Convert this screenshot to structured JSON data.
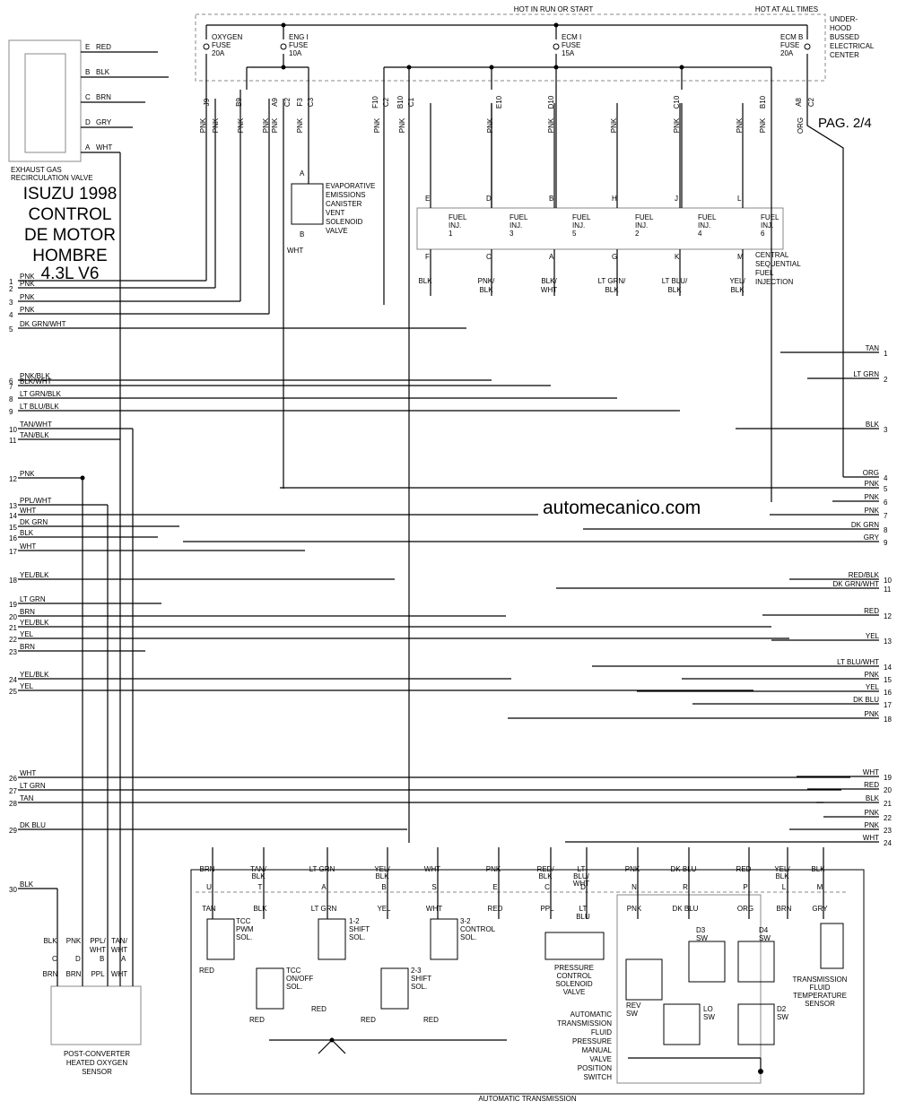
{
  "header": {
    "hot_run": "HOT IN RUN OR START",
    "hot_all": "HOT AT ALL TIMES",
    "underhood": [
      "UNDER-",
      "HOOD",
      "BUSSED",
      "ELECTRICAL",
      "CENTER"
    ],
    "page": "PAG. 2/4",
    "watermark": "automecanico.com"
  },
  "title_lines": [
    "ISUZU 1998",
    "CONTROL",
    "DE MOTOR",
    "HOMBRE",
    "4.3L V6"
  ],
  "fuses": [
    {
      "name": "OXYGEN",
      "type": "FUSE",
      "amps": "20A"
    },
    {
      "name": "ENG I",
      "type": "FUSE",
      "amps": "10A"
    },
    {
      "name": "ECM I",
      "type": "FUSE",
      "amps": "15A"
    },
    {
      "name": "ECM B",
      "type": "FUSE",
      "amps": "20A"
    }
  ],
  "connector_pins": [
    "J9",
    "B9",
    "A9",
    "C2",
    "F3",
    "C3",
    "F10",
    "C2",
    "B10",
    "C1",
    "E10",
    "D10",
    "C10",
    "B10",
    "A8",
    "C2"
  ],
  "fuse_wire_colors": [
    "PNK",
    "PNK",
    "PNK",
    "PNK",
    "PNK",
    "PNK",
    "PNK",
    "PNK",
    "PNK",
    "PNK",
    "PNK",
    "PNK",
    "PNK",
    "PNK",
    "ORG"
  ],
  "egr": {
    "label": [
      "EXHAUST GAS",
      "RECIRCULATION VALVE"
    ],
    "pins": [
      {
        "pin": "E",
        "color": "RED"
      },
      {
        "pin": "B",
        "color": "BLK"
      },
      {
        "pin": "C",
        "color": "BRN"
      },
      {
        "pin": "D",
        "color": "GRY"
      },
      {
        "pin": "A",
        "color": "WHT"
      }
    ]
  },
  "evap": {
    "label": [
      "EVAPORATIVE",
      "EMISSIONS",
      "CANISTER",
      "VENT",
      "SOLENOID",
      "VALVE"
    ],
    "pin_a": "A",
    "pin_b": "B",
    "wire": "WHT"
  },
  "injectors": {
    "label": [
      "CENTRAL",
      "SEQUENTIAL",
      "FUEL",
      "INJECTION"
    ],
    "items": [
      {
        "top": "E",
        "bottom": "F",
        "name": "FUEL",
        "type": "INJ.",
        "num": "1",
        "color": "BLK"
      },
      {
        "top": "D",
        "bottom": "C",
        "name": "FUEL",
        "type": "INJ.",
        "num": "3",
        "color": "PNK/",
        "color2": "BLK"
      },
      {
        "top": "B",
        "bottom": "A",
        "name": "FUEL",
        "type": "INJ.",
        "num": "5",
        "color": "BLK/",
        "color2": "WHT"
      },
      {
        "top": "H",
        "bottom": "G",
        "name": "FUEL",
        "type": "INJ.",
        "num": "2",
        "color": "LT GRN/",
        "color2": "BLK"
      },
      {
        "top": "J",
        "bottom": "K",
        "name": "FUEL",
        "type": "INJ.",
        "num": "4",
        "color": "LT BLU/",
        "color2": "BLK"
      },
      {
        "top": "L",
        "bottom": "M",
        "name": "FUEL",
        "type": "INJ.",
        "num": "6",
        "color": "YEL/",
        "color2": "BLK"
      }
    ]
  },
  "left_wires": [
    {
      "n": "1",
      "label": "PNK"
    },
    {
      "n": "2",
      "label": "PNK"
    },
    {
      "n": "3",
      "label": "PNK"
    },
    {
      "n": "4",
      "label": "PNK"
    },
    {
      "n": "5",
      "label": "DK GRN/WHT"
    },
    {
      "n": "6",
      "label": "PNK/BLK"
    },
    {
      "n": "7",
      "label": "BLK/WHT"
    },
    {
      "n": "8",
      "label": "LT GRN/BLK"
    },
    {
      "n": "9",
      "label": "LT BLU/BLK"
    },
    {
      "n": "10",
      "label": "TAN/WHT"
    },
    {
      "n": "11",
      "label": "TAN/BLK"
    },
    {
      "n": "12",
      "label": "PNK"
    },
    {
      "n": "13",
      "label": "PPL/WHT"
    },
    {
      "n": "14",
      "label": "WHT"
    },
    {
      "n": "15",
      "label": "DK GRN"
    },
    {
      "n": "16",
      "label": "BLK"
    },
    {
      "n": "17",
      "label": "WHT"
    },
    {
      "n": "18",
      "label": "YEL/BLK"
    },
    {
      "n": "19",
      "label": "LT GRN"
    },
    {
      "n": "20",
      "label": "BRN"
    },
    {
      "n": "21",
      "label": "YEL/BLK"
    },
    {
      "n": "22",
      "label": "YEL"
    },
    {
      "n": "23",
      "label": "BRN"
    },
    {
      "n": "24",
      "label": "YEL/BLK"
    },
    {
      "n": "25",
      "label": "YEL"
    },
    {
      "n": "26",
      "label": "WHT"
    },
    {
      "n": "27",
      "label": "LT GRN"
    },
    {
      "n": "28",
      "label": "TAN"
    },
    {
      "n": "29",
      "label": "DK BLU"
    },
    {
      "n": "30",
      "label": "BLK"
    }
  ],
  "right_wires": [
    {
      "n": "1",
      "label": "TAN"
    },
    {
      "n": "2",
      "label": "LT GRN"
    },
    {
      "n": "3",
      "label": "BLK"
    },
    {
      "n": "4",
      "label": "ORG"
    },
    {
      "n": "5",
      "label": "PNK"
    },
    {
      "n": "6",
      "label": "PNK"
    },
    {
      "n": "7",
      "label": "PNK"
    },
    {
      "n": "8",
      "label": "DK GRN"
    },
    {
      "n": "9",
      "label": "GRY"
    },
    {
      "n": "10",
      "label": "RED/BLK"
    },
    {
      "n": "11",
      "label": "DK GRN/WHT"
    },
    {
      "n": "12",
      "label": "RED"
    },
    {
      "n": "13",
      "label": "YEL"
    },
    {
      "n": "14",
      "label": "LT BLU/WHT"
    },
    {
      "n": "15",
      "label": "PNK"
    },
    {
      "n": "16",
      "label": "YEL"
    },
    {
      "n": "17",
      "label": "DK BLU"
    },
    {
      "n": "18",
      "label": "PNK"
    },
    {
      "n": "19",
      "label": "WHT"
    },
    {
      "n": "20",
      "label": "RED"
    },
    {
      "n": "21",
      "label": "BLK"
    },
    {
      "n": "22",
      "label": "PNK"
    },
    {
      "n": "23",
      "label": "PNK"
    },
    {
      "n": "24",
      "label": "WHT"
    }
  ],
  "o2sensor": {
    "pins": [
      {
        "pin": "C",
        "top": "BLK",
        "bottom": "BRN"
      },
      {
        "pin": "D",
        "top": "PNK",
        "bottom": "BRN"
      },
      {
        "pin": "B",
        "top": "PPL/",
        "top2": "WHT",
        "bottom": "PPL"
      },
      {
        "pin": "A",
        "top": "TAN/",
        "top2": "WHT",
        "bottom": "WHT"
      }
    ],
    "label": [
      "POST-CONVERTER",
      "HEATED OXYGEN",
      "SENSOR"
    ]
  },
  "trans": {
    "label": "AUTOMATIC TRANSMISSION",
    "pins": [
      {
        "pin": "U",
        "top": "BRN",
        "inside": "TAN"
      },
      {
        "pin": "T",
        "top": "TAN/",
        "top2": "BLK",
        "inside": "BLK"
      },
      {
        "pin": "A",
        "top": "LT GRN",
        "inside": "LT GRN"
      },
      {
        "pin": "B",
        "top": "YEL/",
        "top2": "BLK",
        "inside": "YEL"
      },
      {
        "pin": "S",
        "top": "WHT",
        "inside": "WHT"
      },
      {
        "pin": "E",
        "top": "PNK",
        "inside": "RED"
      },
      {
        "pin": "C",
        "top": "RED/",
        "top2": "BLK",
        "inside": "PPL"
      },
      {
        "pin": "D",
        "top": "LT",
        "top2": "BLU/",
        "top3": "WHT",
        "inside": "LT",
        "inside2": "BLU"
      },
      {
        "pin": "N",
        "top": "PNK",
        "inside": "PNK"
      },
      {
        "pin": "R",
        "top": "DK BLU",
        "inside": "DK BLU"
      },
      {
        "pin": "P",
        "top": "RED",
        "inside": "ORG"
      },
      {
        "pin": "L",
        "top": "YEL/",
        "top2": "BLK",
        "inside": "BRN"
      },
      {
        "pin": "M",
        "top": "BLK",
        "inside": "GRY"
      }
    ],
    "solenoids": {
      "tcc_pwm": [
        "TCC",
        "PWM",
        "SOL."
      ],
      "tcc_onoff": [
        "TCC",
        "ON/OFF",
        "SOL."
      ],
      "s12": [
        "1-2",
        "SHIFT",
        "SOL."
      ],
      "s23": [
        "2-3",
        "SHIFT",
        "SOL."
      ],
      "s32": [
        "3-2",
        "CONTROL",
        "SOL."
      ]
    },
    "red": "RED",
    "pcs": [
      "PRESSURE",
      "CONTROL",
      "SOLENOID",
      "VALVE"
    ],
    "atf_switch": [
      "AUTOMATIC",
      "TRANSMISSION",
      "FLUID",
      "PRESSURE",
      "MANUAL",
      "VALVE",
      "POSITION",
      "SWITCH"
    ],
    "switches": {
      "rev": [
        "REV",
        "SW"
      ],
      "d3": [
        "D3",
        "SW"
      ],
      "d4": [
        "D4",
        "SW"
      ],
      "lo": [
        "LO",
        "SW"
      ],
      "d2": [
        "D2",
        "SW"
      ]
    },
    "tft": [
      "TRANSMISSION",
      "FLUID",
      "TEMPERATURE",
      "SENSOR"
    ]
  }
}
